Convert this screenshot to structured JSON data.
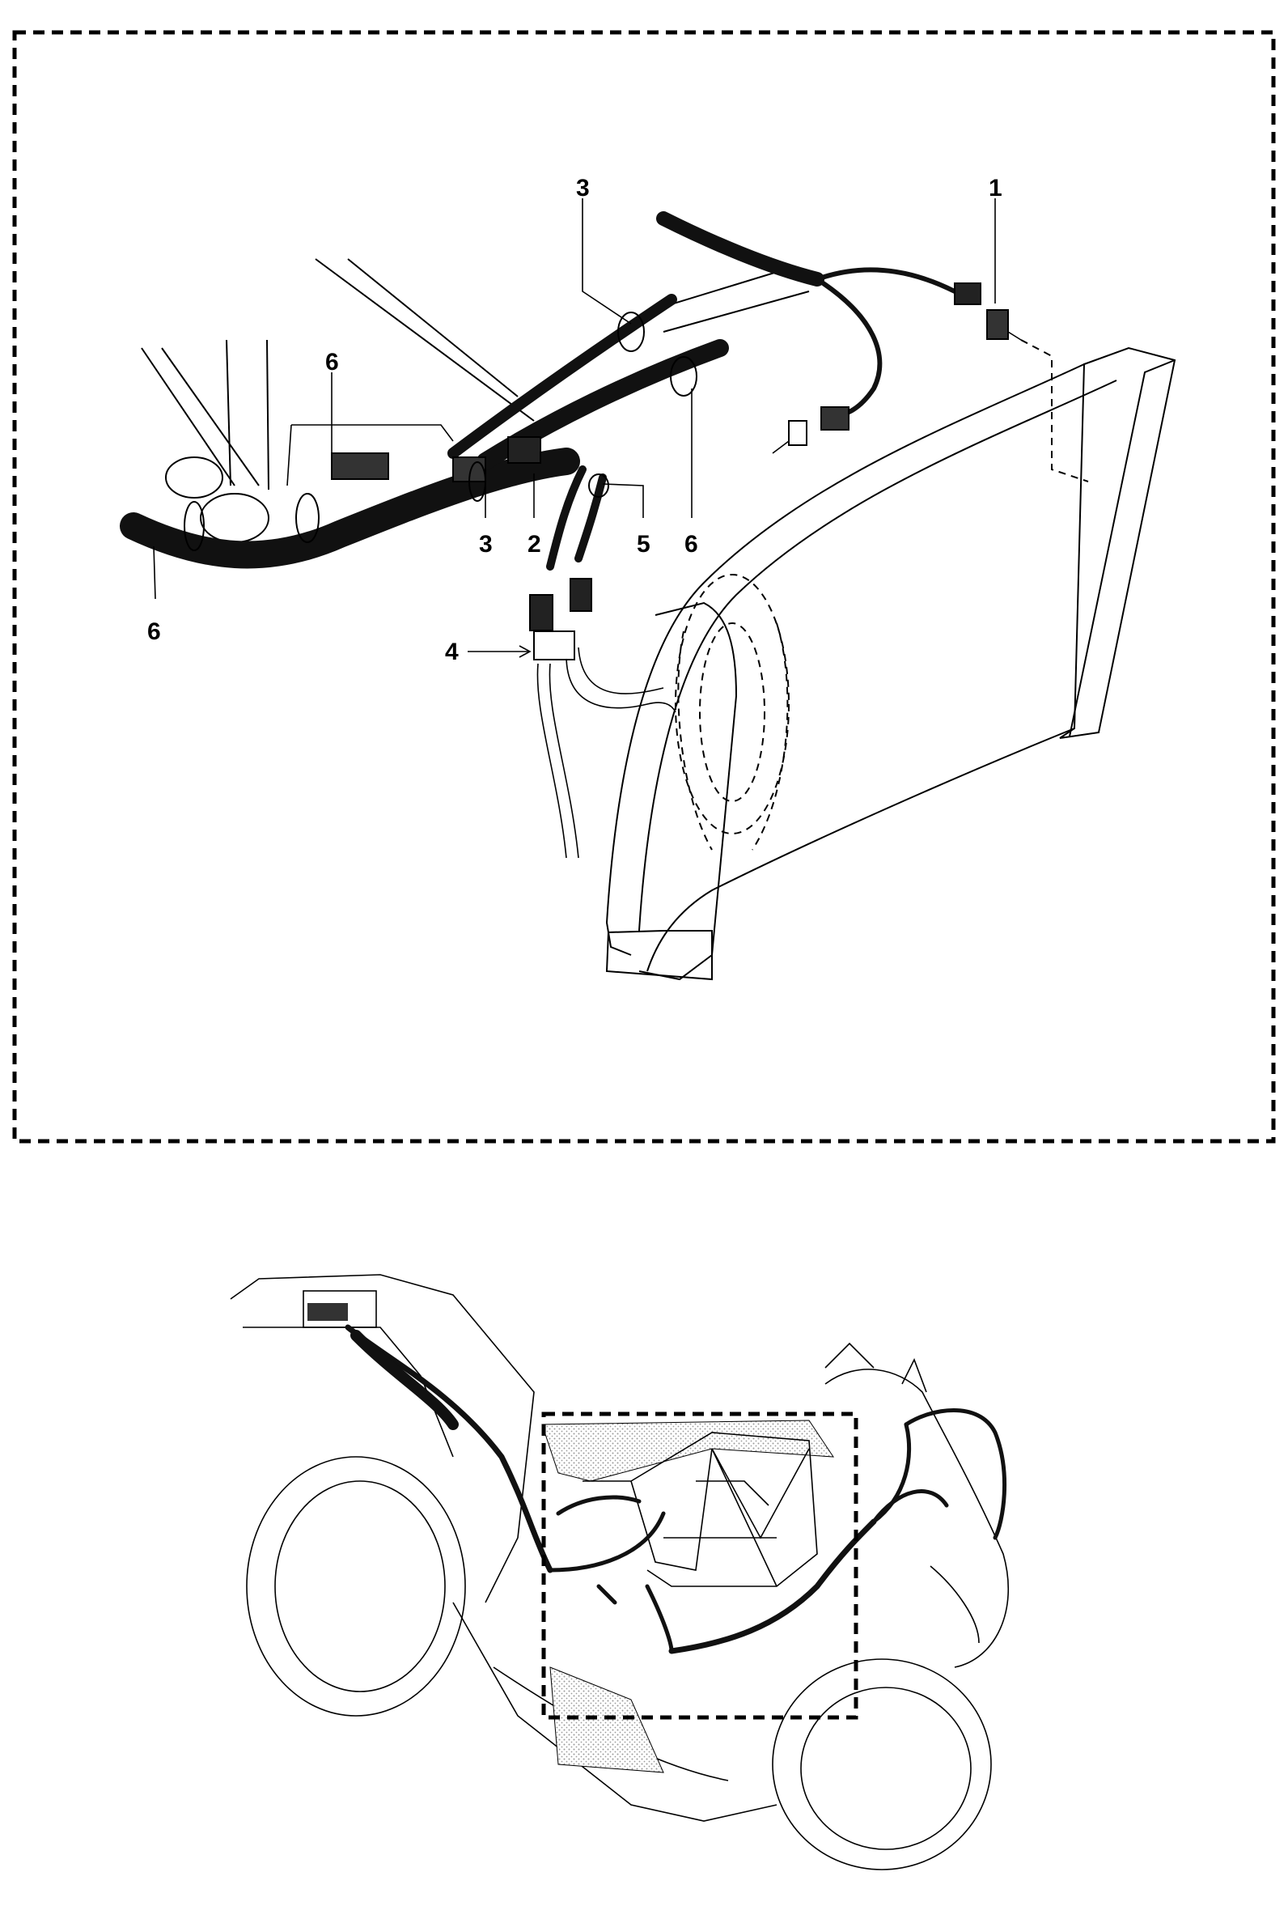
{
  "diagram": {
    "callouts": [
      {
        "id": "c1",
        "label": "1"
      },
      {
        "id": "c2",
        "label": "2"
      },
      {
        "id": "c3a",
        "label": "3"
      },
      {
        "id": "c3b",
        "label": "3"
      },
      {
        "id": "c4",
        "label": "4"
      },
      {
        "id": "c5",
        "label": "5"
      },
      {
        "id": "c6a",
        "label": "6"
      },
      {
        "id": "c6b",
        "label": "6"
      },
      {
        "id": "c6c",
        "label": "6"
      }
    ],
    "colors": {
      "ink": "#000000",
      "harness": "#111111",
      "stipple": "#bdbdbd",
      "background": "#ffffff"
    }
  }
}
